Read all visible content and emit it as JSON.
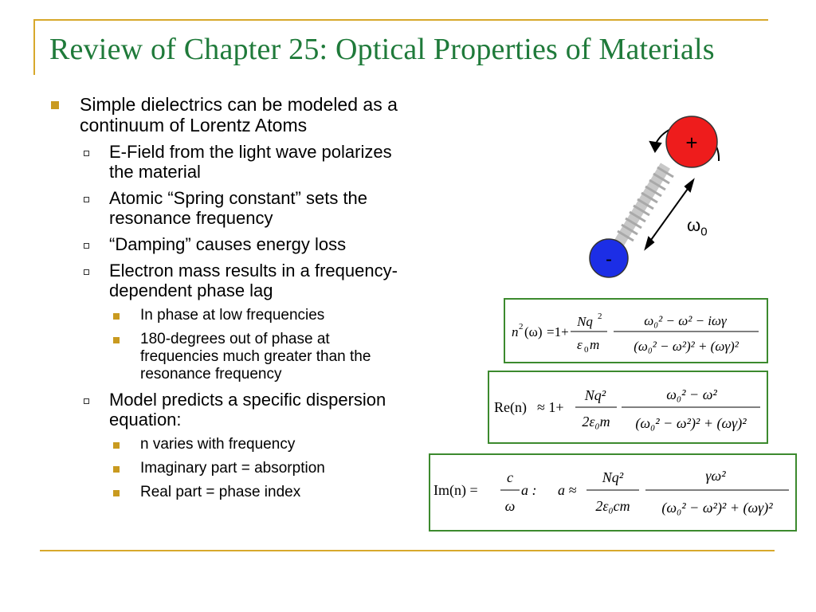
{
  "slide": {
    "title": "Review of Chapter 25: Optical Properties of Materials",
    "bullets": {
      "b1_line1": "Simple dielectrics can be modeled as a",
      "b1_line2": "continuum of Lorentz Atoms",
      "b2_1_line1": "E-Field from the light wave polarizes",
      "b2_1_line2": "the material",
      "b2_2_line1": "Atomic “Spring constant” sets the",
      "b2_2_line2": "resonance frequency",
      "b2_3": "“Damping” causes energy loss",
      "b2_4_line1": "Electron mass results in a frequency-",
      "b2_4_line2": "dependent phase lag",
      "b3_1": "In phase at low frequencies",
      "b3_2_line1": "180-degrees out of phase at",
      "b3_2_line2": "frequencies much greater than the",
      "b3_2_line3": "resonance frequency",
      "b2_5_line1": "Model predicts a specific dispersion",
      "b2_5_line2": "equation:",
      "b3_3": "n varies with frequency",
      "b3_4": "Imaginary part = absorption",
      "b3_5": "Real part = phase index"
    },
    "diagram": {
      "plus_label": "+",
      "minus_label": "-",
      "omega": "ω",
      "omega_sub": "0",
      "plus_color": "#ee1c1c",
      "minus_color": "#1c2ee6"
    },
    "equations": {
      "eq1": {
        "lhs_n": "n",
        "lhs_sup": "2",
        "lhs_arg": "(ω)",
        "eq": "=1+",
        "f1_num_a": "Nq",
        "f1_num_sup": "2",
        "f1_den_a": "ε",
        "f1_den_sub": "0",
        "f1_den_b": "m",
        "f2_num": "ω₀² − ω² − iωγ",
        "f2_den": "(ω₀² − ω²)² + (ωγ)²"
      },
      "eq2": {
        "lhs": "Re(n)",
        "approx": "≈ 1+",
        "f1_num": "Nq²",
        "f1_den": "2ε₀m",
        "f2_num": "ω₀² − ω²",
        "f2_den": "(ω₀² − ω²)² + (ωγ)²"
      },
      "eq3": {
        "lhs": "Im(n) =",
        "f0_num": "c",
        "f0_den": "ω",
        "a_colon": "a :",
        "a_approx": "a ≈",
        "f1_num": "Nq²",
        "f1_den": "2ε₀cm",
        "f2_num": "γω²",
        "f2_den": "(ω₀² − ω²)² + (ωγ)²"
      }
    },
    "colors": {
      "title": "#1f7a3a",
      "accent": "#d7a82c",
      "box_border": "#3c8a2e"
    }
  }
}
